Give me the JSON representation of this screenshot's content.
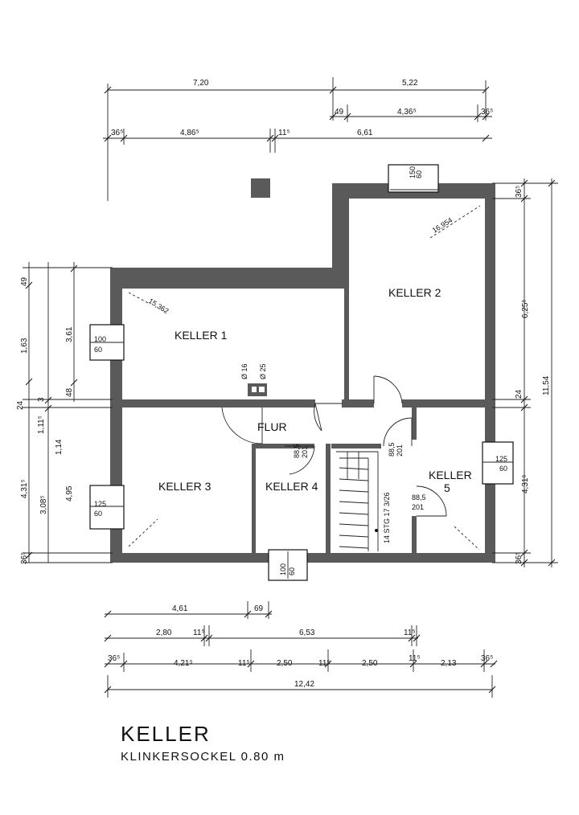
{
  "title": "KELLER",
  "subtitle": "KLINKERSOCKEL 0.80 m",
  "rooms": {
    "keller1": "KELLER 1",
    "keller2": "KELLER 2",
    "keller3": "KELLER 3",
    "keller4": "KELLER 4",
    "keller5_line1": "KELLER",
    "keller5_line2": "5",
    "flur": "FLUR"
  },
  "annotations": {
    "k1_area": "15,362",
    "k2_area": "16,954",
    "chimney1": "Ø 16",
    "chimney2": "Ø 25",
    "stairs": "14 STG 17 3/26",
    "win_left_top_a": "100",
    "win_left_top_b": "60",
    "win_left_bot_a": "125",
    "win_left_bot_b": "60",
    "win_right_a": "125",
    "win_right_b": "60",
    "win_bottom_a": "100",
    "win_bottom_b": "60",
    "win_top_a": "150",
    "win_top_b": "60",
    "door_flur_a": "88,5",
    "door_flur_b": "201",
    "door_stair_a": "88,5",
    "door_stair_b": "201",
    "door_k5_a": "88,5",
    "door_k5_b": "201"
  },
  "dims_top": {
    "r1_left": "7,20",
    "r1_right": "5,22",
    "r2_a": "49",
    "r2_b": "4,36⁵",
    "r2_c": "36⁵",
    "r3_a": "36⁵",
    "r3_b": "4,86⁵",
    "r3_c": "11⁵",
    "r3_d": "6,61"
  },
  "dims_left": {
    "a": "49",
    "b": "1,63",
    "c": "3,61",
    "d": "24",
    "e": "3",
    "f": "1,11⁵",
    "g": "1,14",
    "h": "4,31⁵",
    "i": "3,08⁵",
    "j": "4,95",
    "k": "36⁵",
    "l": "48"
  },
  "dims_right": {
    "a": "36⁵",
    "b": "6,25⁵",
    "c": "24",
    "d": "4,31⁵",
    "e": "36⁵",
    "total": "11,54"
  },
  "dims_bottom": {
    "r1_a": "4,61",
    "r1_b": "69",
    "r2_a": "2,80",
    "r2_b": "11⁵",
    "r2_c": "6,53",
    "r2_d": "11⁵",
    "r3_a": "36⁵",
    "r3_b": "4,21⁵",
    "r3_c": "11⁵",
    "r3_d": "2,50",
    "r3_e": "11⁵",
    "r3_f": "2,50",
    "r3_g": "11⁵",
    "r3_h": "2,13",
    "r3_i": "36⁵",
    "total": "12,42"
  }
}
